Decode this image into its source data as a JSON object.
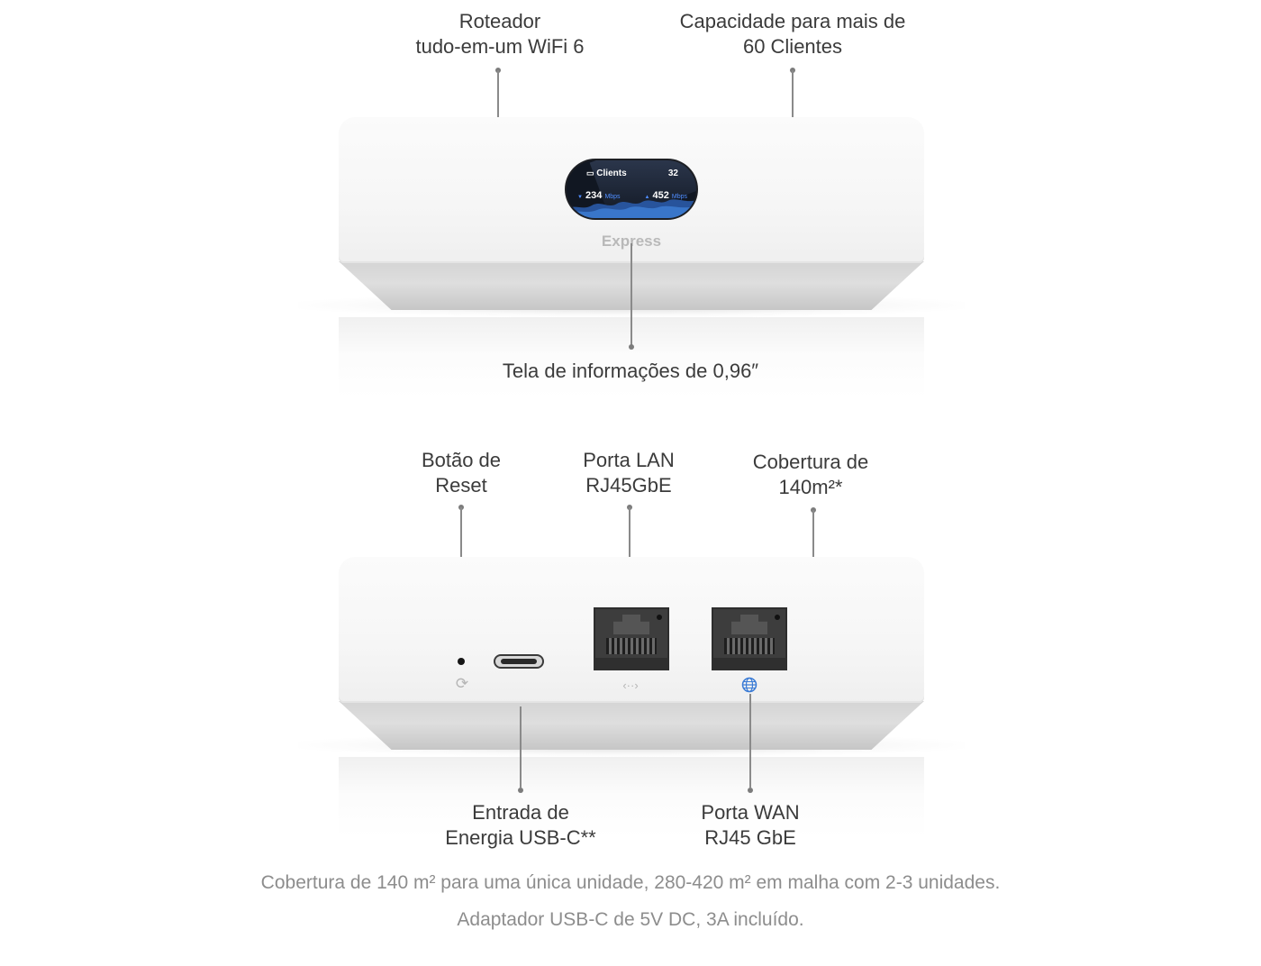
{
  "top_product": {
    "screen": {
      "row1_label": "Clients",
      "row1_value": "32",
      "down_value": "234",
      "up_value": "452",
      "unit": "Mbps"
    },
    "brand_label": "Express",
    "callouts": {
      "router": [
        "Roteador",
        "tudo-em-um WiFi 6"
      ],
      "capacity": [
        "Capacidade para mais de",
        "60 Clientes"
      ],
      "screen": [
        "Tela de informações de 0,96″"
      ]
    }
  },
  "bottom_product": {
    "callouts": {
      "reset": [
        "Botão de",
        "Reset"
      ],
      "lan": [
        "Porta LAN",
        "RJ45GbE"
      ],
      "coverage": [
        "Cobertura de",
        "140m²*"
      ],
      "power": [
        "Entrada de",
        "Energia USB-C**"
      ],
      "wan": [
        "Porta WAN",
        "RJ45 GbE"
      ]
    }
  },
  "footnotes": [
    "Cobertura de 140 m² para uma única unidade, 280-420 m² em malha com 2-3 unidades.",
    "Adaptador USB-C de 5V DC, 3A incluído."
  ],
  "icons": {
    "reset": "reset-icon",
    "lan": "lan-arrows-icon",
    "wan": "globe-icon",
    "screen_clients": "clients-icon"
  },
  "colors": {
    "wan_icon": "#3a7bd5",
    "screen_accent": "#4f8dff",
    "callout_line": "#8a8a8a"
  }
}
